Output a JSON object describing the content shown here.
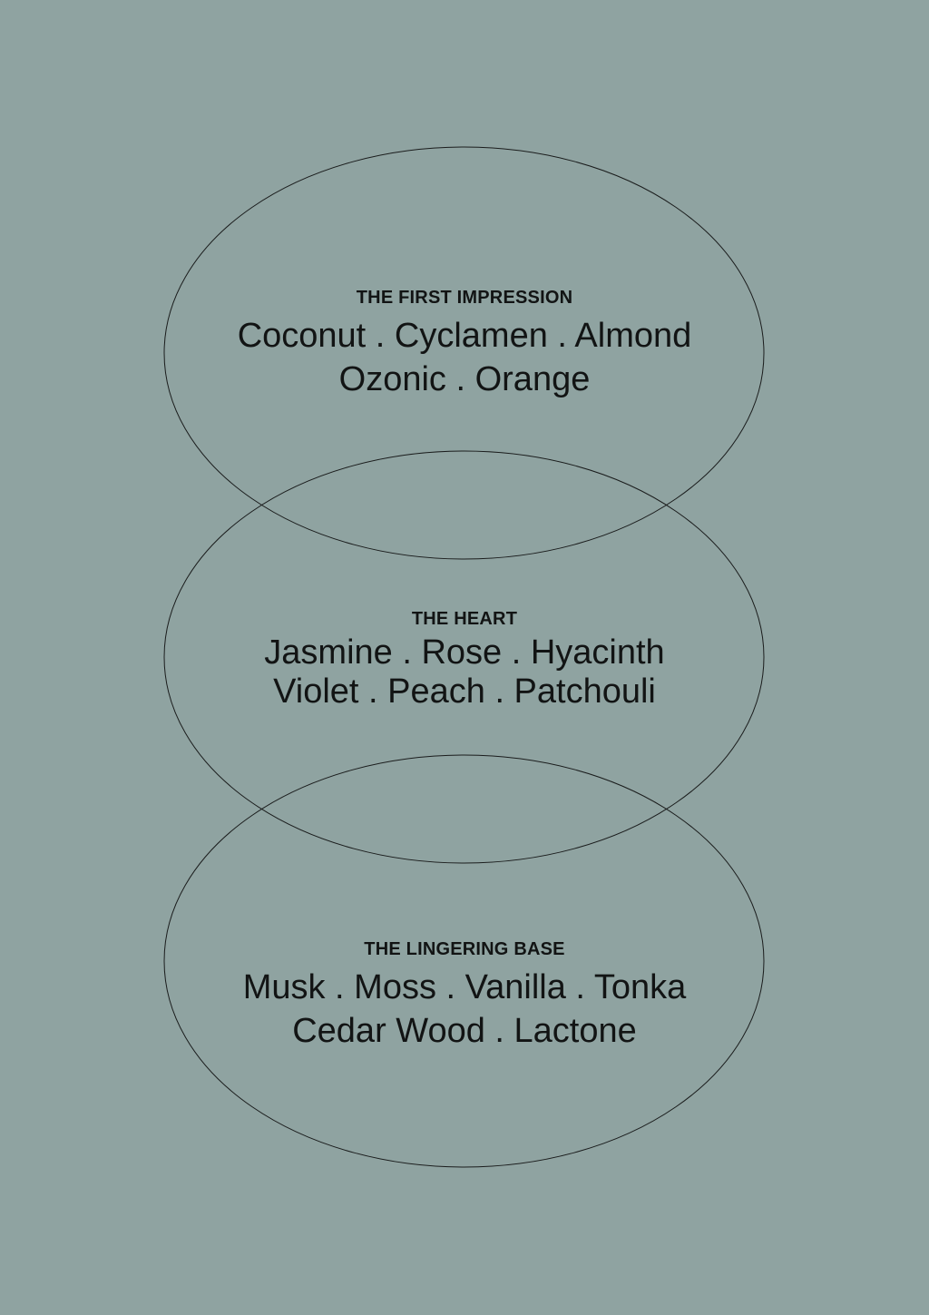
{
  "sections": [
    {
      "title": "THE FIRST IMPRESSION",
      "line1": "Coconut . Cyclamen . Almond",
      "line2": "Ozonic . Orange"
    },
    {
      "title": "THE HEART",
      "line1": "Jasmine . Rose . Hyacinth",
      "line2": "Violet . Peach . Patchouli"
    },
    {
      "title": "THE LINGERING BASE",
      "line1": "Musk . Moss . Vanilla . Tonka",
      "line2": "Cedar Wood . Lactone"
    }
  ],
  "colors": {
    "background": "#8fa3a1",
    "ink": "#121414"
  }
}
